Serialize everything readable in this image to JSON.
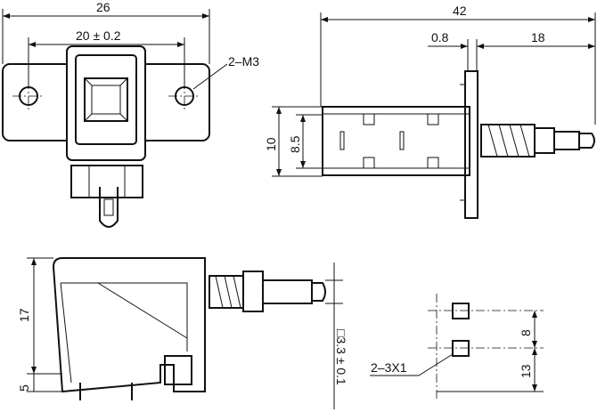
{
  "title": "Push switch dimensional drawing",
  "front_view": {
    "overall_width": "26",
    "hole_spacing": "20 ± 0.2",
    "holes": "2–M3"
  },
  "side_view": {
    "overall_length": "42",
    "gap": "0.8",
    "plunger_length": "18",
    "body_height": "10",
    "inner_height": "8.5"
  },
  "end_view": {
    "height": "17",
    "pin_length": "5",
    "plunger_size": "□3.3 ± 0.1"
  },
  "pcb_layout": {
    "pin_spacing": "8",
    "offset": "13",
    "pads": "2–3X1"
  }
}
